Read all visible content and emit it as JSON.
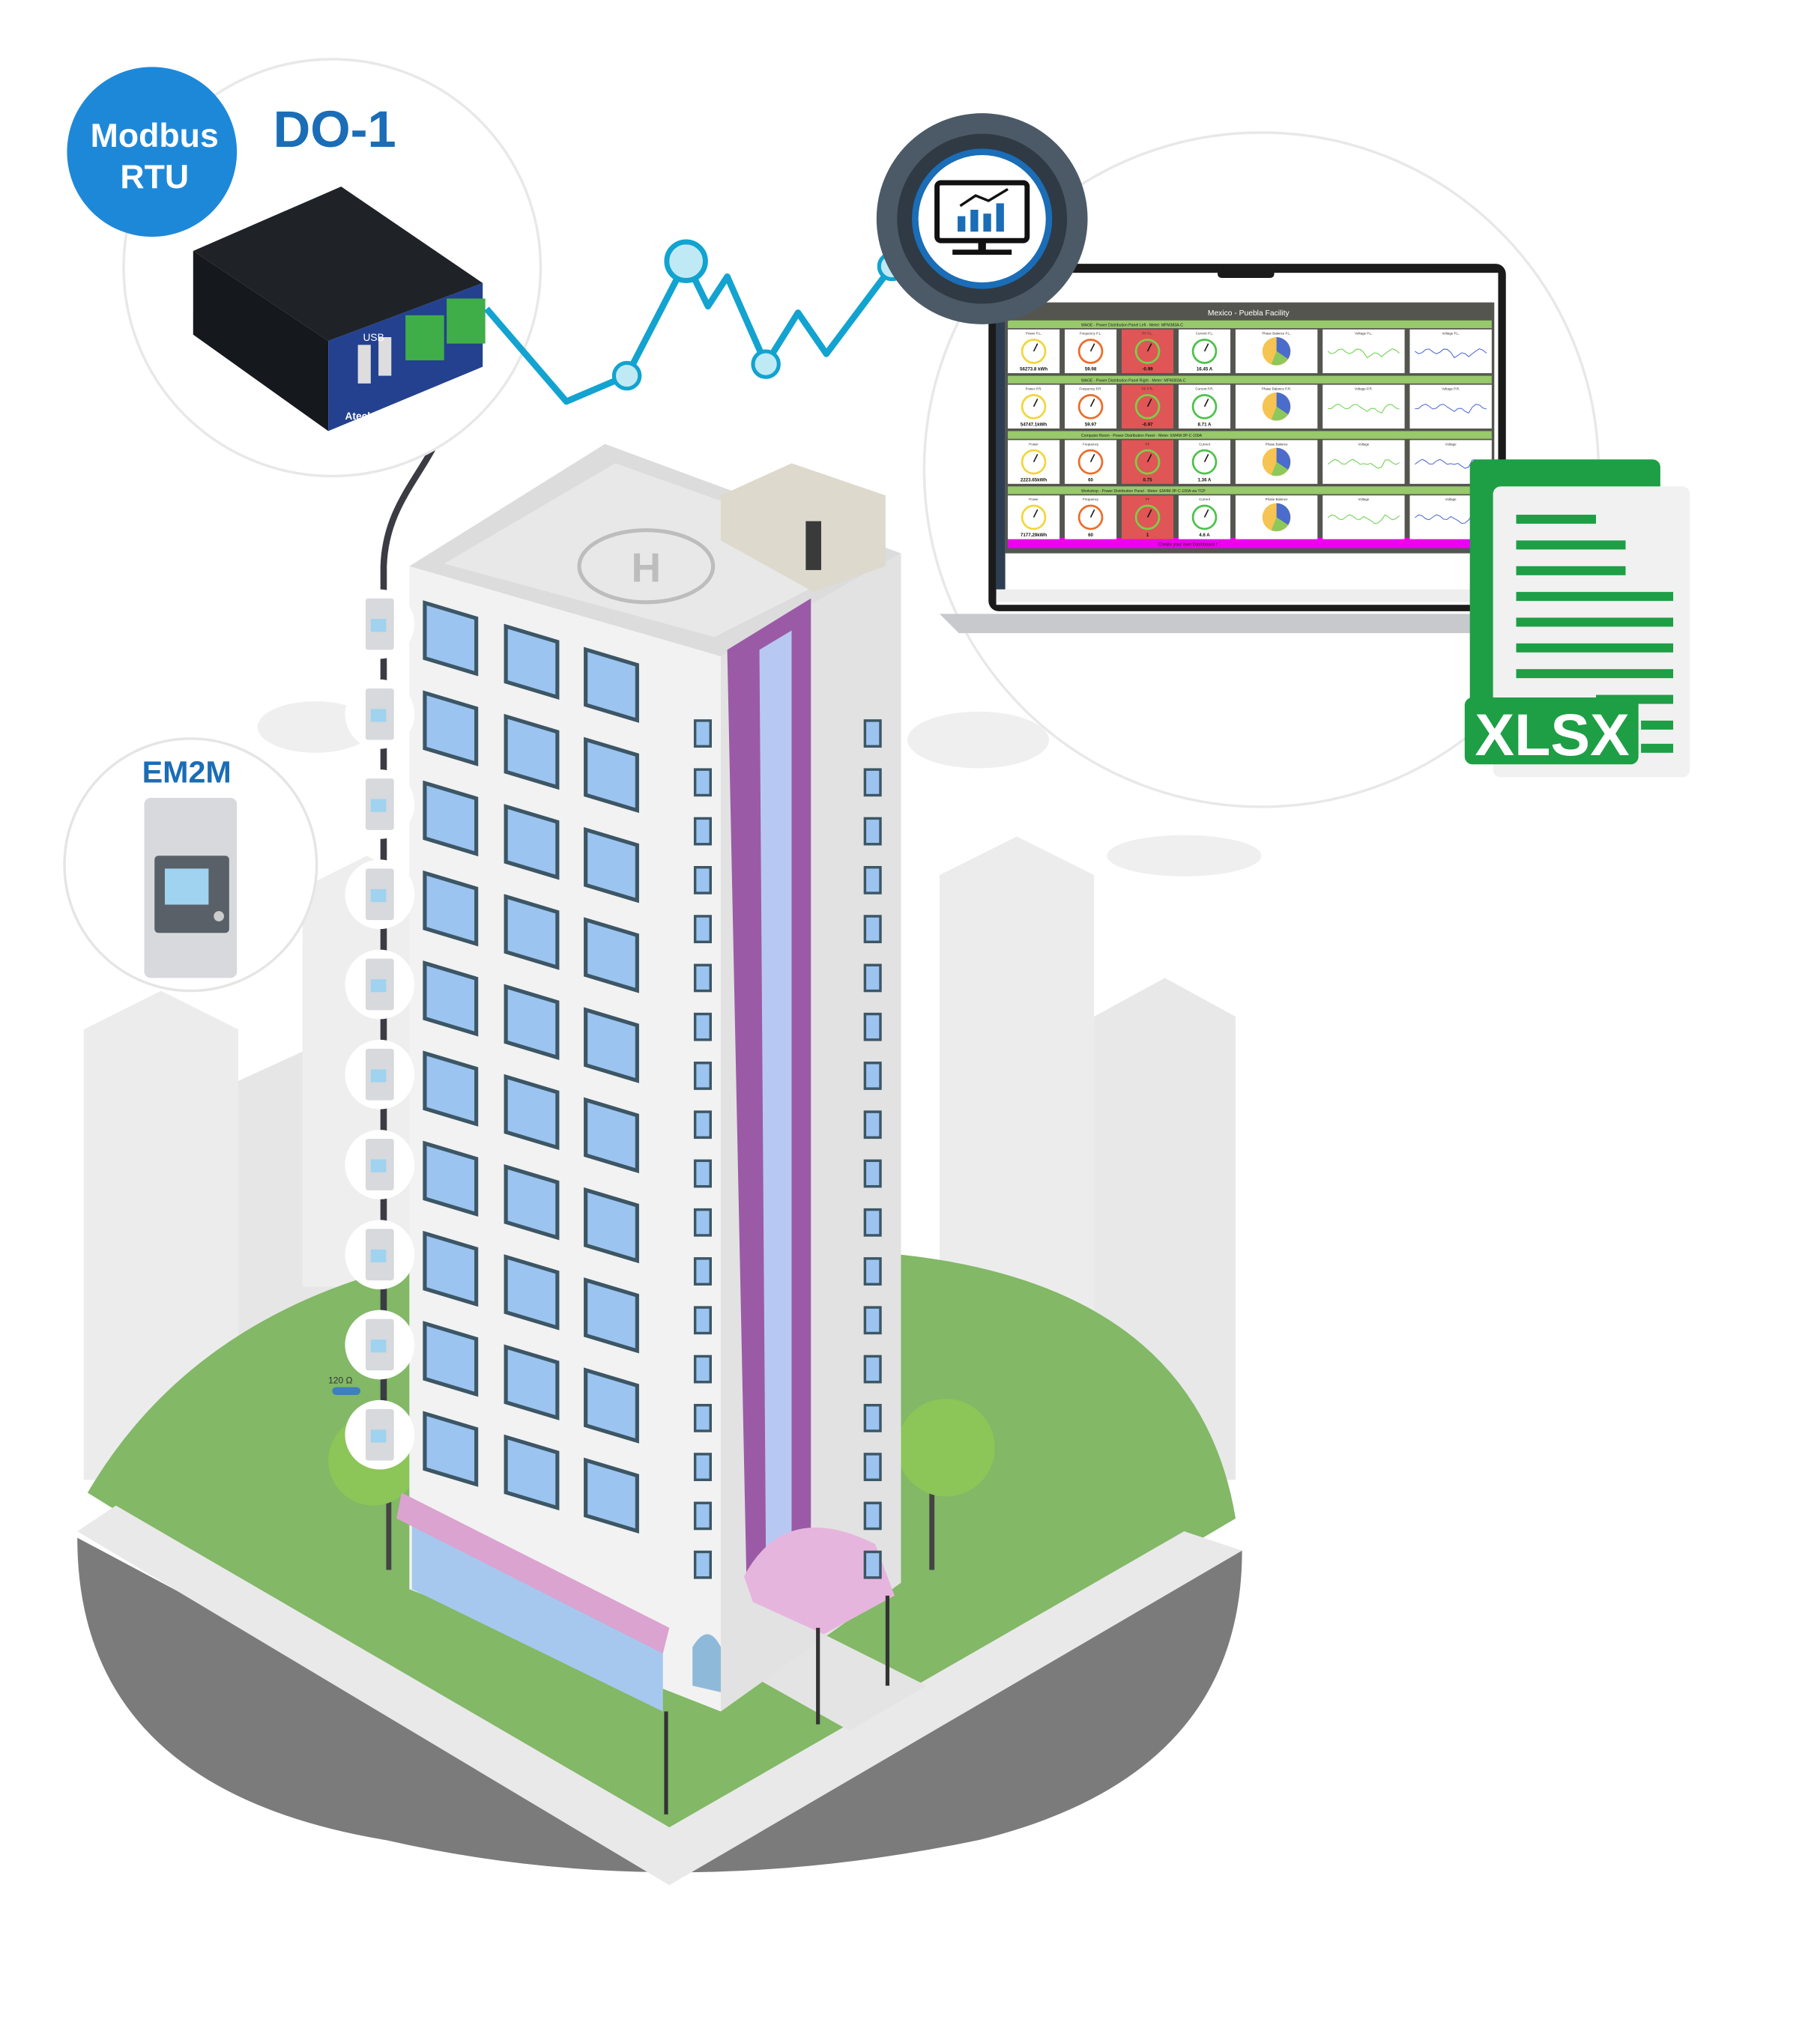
{
  "badges": {
    "protocol_line1": "Modbus",
    "protocol_line2": "RTU",
    "gateway_name": "DO-1",
    "meter_name": "EM2M",
    "resistor_label": "120 Ω",
    "gateway_port_label": "USB",
    "gateway_brand": "Atech",
    "file_type": "XLSX"
  },
  "colors": {
    "brand_blue": "#1a6db6",
    "badge_blue": "#1e88d8",
    "signal_cyan": "#12a3d0",
    "xlsx_green": "#1e9e45",
    "building_purple": "#9b5aa6",
    "lawn_green": "#82b866"
  },
  "meter_chain_count": 10,
  "dashboard": {
    "title": "Mexico - Puebla Facility",
    "footer": "Create your own Dashboard !",
    "sections": [
      {
        "header": "WAGE - Power Distribution Panel Left - Meter: MFM383A-C",
        "tiles": [
          "Power P.L.",
          "Frequency P.L.",
          "PF P.L.",
          "Current P.L.",
          "Phase Balance P.L.",
          "Voltage P.L.",
          "Voltage P.L."
        ],
        "values": [
          "56273.8 kWh",
          "59.98",
          "-0.99",
          "16.45 A"
        ]
      },
      {
        "header": "WAGE - Power Distribution Panel Right - Meter: MFM383A-C",
        "tiles": [
          "Power P.R.",
          "Frequency P.R.",
          "PF P.R.",
          "Current P.R.",
          "Phase Balance P.R.",
          "Voltage P.R.",
          "Voltage P.R."
        ],
        "values": [
          "54747.1kWh",
          "59.97",
          "-0.97",
          "8.71 A"
        ]
      },
      {
        "header": "Computer Room - Power Distribution Panel - Meter: EM4M-3P-C-100A",
        "tiles": [
          "Power",
          "Frequency",
          "PF",
          "Current",
          "Phase Balance",
          "Voltage",
          "Voltage"
        ],
        "values": [
          "2223.65kWh",
          "60",
          "0.75",
          "1.36 A"
        ]
      },
      {
        "header": "Workshop - Power Distribution Panel - Meter: EM4M-3P-C-100A via TCP",
        "tiles": [
          "Power",
          "Frequency",
          "PF",
          "Current",
          "Phase Balance",
          "Voltage",
          "Voltage"
        ],
        "values": [
          "7177.29kWh",
          "60",
          "1",
          "4.6 A"
        ]
      }
    ]
  }
}
